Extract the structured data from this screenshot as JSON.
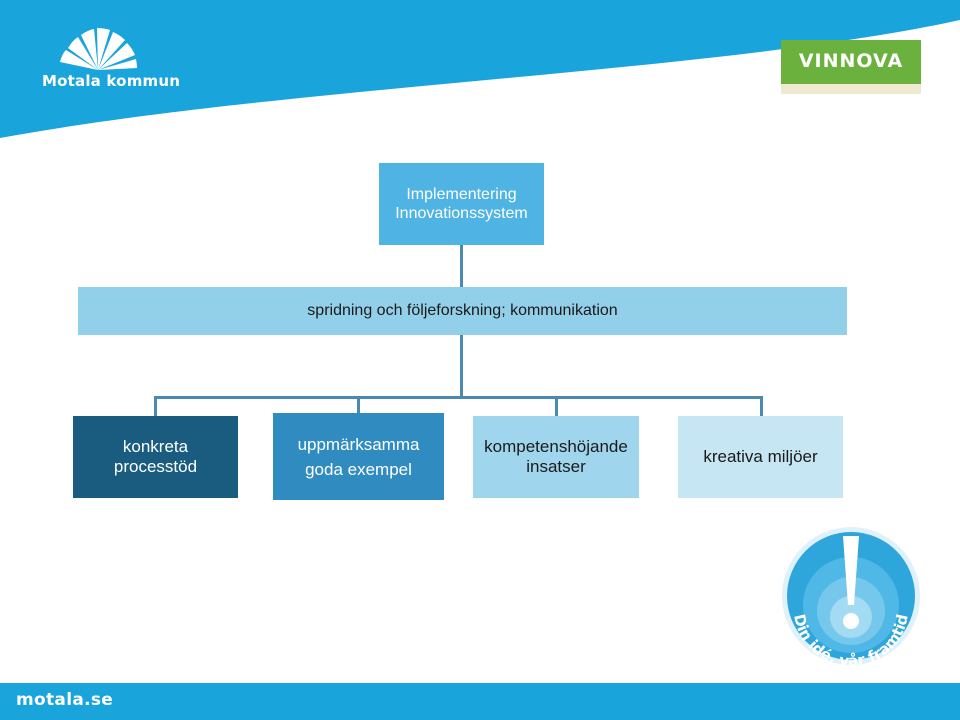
{
  "header": {
    "logo_label": "Motala kommun",
    "partner_logo_label": "VINNOVA"
  },
  "diagram": {
    "top_node": {
      "line1": "Implementering",
      "line2": "Innovationssystem"
    },
    "middle_node": {
      "label": "spridning och följeforskning; kommunikation"
    },
    "leaves": [
      {
        "line1": "konkreta",
        "line2": "processtöd"
      },
      {
        "line1": "uppmärksamma",
        "line2": "goda exempel"
      },
      {
        "line1": "kompetenshöjande",
        "line2": "insatser"
      },
      {
        "line1": "kreativa miljöer"
      }
    ]
  },
  "badge": {
    "text": "Din idé, vår framtid",
    "mark": "!"
  },
  "footer": {
    "url": "motala.se"
  },
  "colors": {
    "brand_blue": "#1aa4dc",
    "vinnova_green": "#6ab13e"
  }
}
